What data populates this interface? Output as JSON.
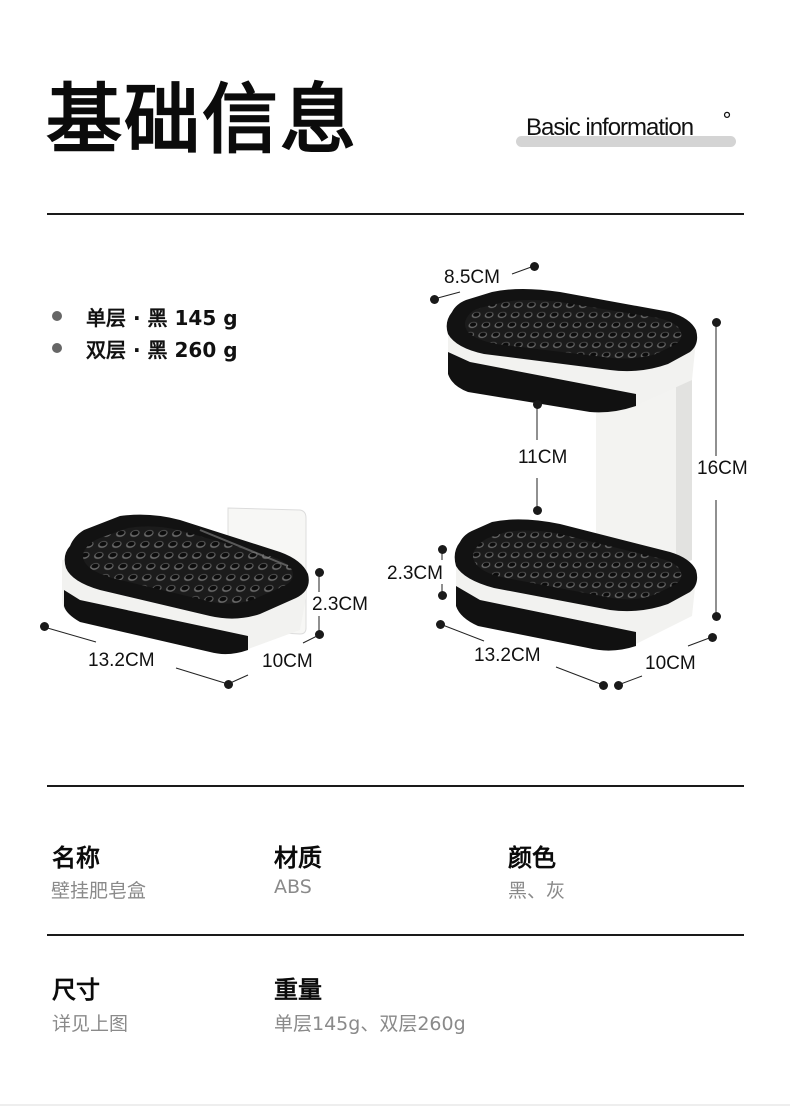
{
  "header": {
    "title_cn": "基础信息",
    "title_en": "Basic information",
    "title_en_mark": "°"
  },
  "legend": {
    "items": [
      {
        "label": "单层 · 黑 145 g"
      },
      {
        "label": "双层 · 黑 260 g"
      }
    ],
    "dot_color": "#666666"
  },
  "diagram": {
    "single": {
      "length": "13.2CM",
      "width": "10CM",
      "height": "2.3CM"
    },
    "double": {
      "top_depth": "8.5CM",
      "gap": "11CM",
      "total_height": "16CM",
      "tray_height": "2.3CM",
      "length": "13.2CM",
      "width": "10CM"
    }
  },
  "specs": {
    "row1": [
      {
        "label": "名称",
        "value": "壁挂肥皂盒"
      },
      {
        "label": "材质",
        "value": "ABS"
      },
      {
        "label": "颜色",
        "value": "黑、灰"
      }
    ],
    "row2": [
      {
        "label": "尺寸",
        "value": "详见上图"
      },
      {
        "label": "重量",
        "value": "单层145g、双层260g"
      }
    ]
  },
  "colors": {
    "text": "#0b0b0b",
    "muted": "#8a8a8a",
    "highlight_bar": "#d4d4d4",
    "product_black": "#141414",
    "product_white": "#f4f4f2"
  }
}
